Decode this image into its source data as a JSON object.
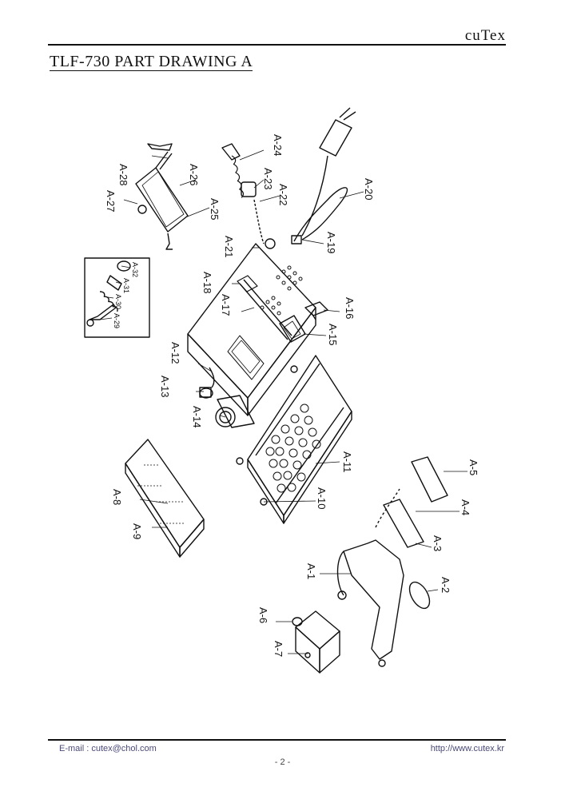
{
  "header": {
    "brand": "cuTex",
    "title": "TLF-730  PART  DRAWING  A"
  },
  "footer": {
    "email": "E-mail : cutex@chol.com",
    "url": "http://www.cutex.kr",
    "page": "- 2 -"
  },
  "callouts": [
    "A-1",
    "A-2",
    "A-3",
    "A-4",
    "A-5",
    "A-6",
    "A-7",
    "A-8",
    "A-9",
    "A-10",
    "A-11",
    "A-12",
    "A-13",
    "A-14",
    "A-15",
    "A-16",
    "A-17",
    "A-18",
    "A-19",
    "A-20",
    "A-21",
    "A-22",
    "A-23",
    "A-24",
    "A-25",
    "A-26",
    "A-27",
    "A-28",
    "A-29",
    "A-30",
    "A-31",
    "A-32"
  ]
}
